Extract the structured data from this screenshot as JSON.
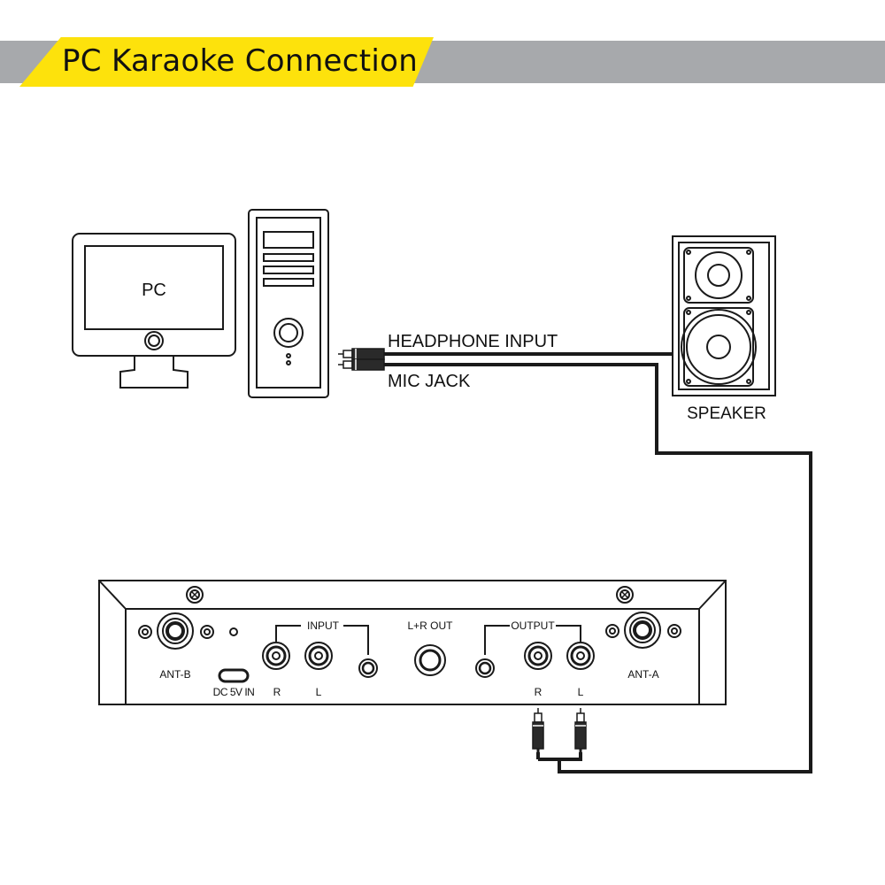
{
  "header": {
    "title": "PC Karaoke Connection"
  },
  "pc": {
    "label": "PC"
  },
  "cables": {
    "headphone_label": "HEADPHONE INPUT",
    "mic_label": "MIC JACK"
  },
  "speaker": {
    "label": "SPEAKER"
  },
  "receiver": {
    "ant_b": "ANT-B",
    "dc_in": "DC 5V IN",
    "input_label": "INPUT",
    "input_r": "R",
    "input_l": "L",
    "lr_out": "L+R OUT",
    "output_label": "OUTPUT",
    "output_r": "R",
    "output_l": "L",
    "ant_a": "ANT-A"
  },
  "colors": {
    "banner_yellow": "#fde20c",
    "banner_gray": "#a7a9ac",
    "line": "#1a1a1a"
  }
}
